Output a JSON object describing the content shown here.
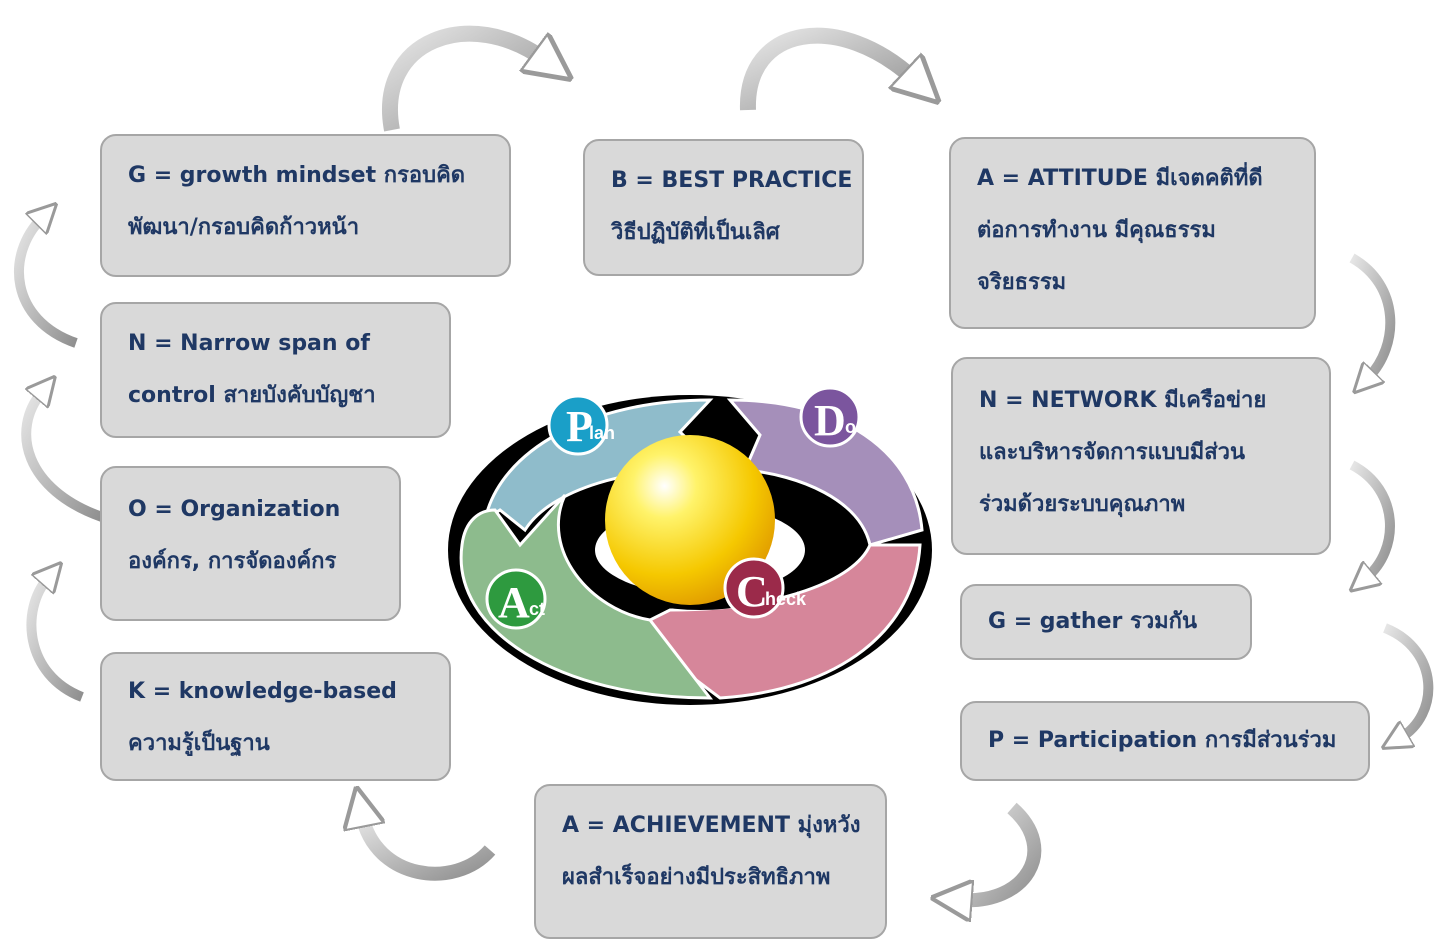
{
  "boxes": {
    "g_growth": {
      "line1": "G =  growth mindset กรอบคิด",
      "line2": "พัฒนา/กรอบคิดก้าวหน้า"
    },
    "n_narrow": {
      "line1": "N = Narrow span of",
      "line2": "control สายบังคับบัญชา"
    },
    "o_org": {
      "line1": "O =  Organization",
      "line2": "องค์กร, การจัดองค์กร"
    },
    "k_know": {
      "line1": "K = knowledge-based",
      "line2": "ความรู้เป็นฐาน"
    },
    "b_best": {
      "line1": "B = BEST PRACTICE",
      "line2": "วิธีปฏิบัติที่เป็นเลิศ"
    },
    "a_att": {
      "line1": "A = ATTITUDE  มีเจตคติที่ดี",
      "line2": "ต่อการทำงาน มีคุณธรรม",
      "line3": "จริยธรรม"
    },
    "n_net": {
      "line1": "N = NETWORK มีเครือข่าย",
      "line2": "และบริหารจัดการแบบมีส่วน",
      "line3": "ร่วมด้วยระบบคุณภาพ"
    },
    "g_gather": {
      "line1": "G = gather รวมกัน"
    },
    "p_part": {
      "line1": "P = Participation  การมีส่วนร่วม"
    },
    "a_ach": {
      "line1": "A = ACHIEVEMENT มุ่งหวัง",
      "line2": "ผลสำเร็จอย่างมีประสิทธิภาพ"
    }
  },
  "pdca": {
    "plan": {
      "big": "P",
      "small": "lan",
      "color": "#1a9fc8"
    },
    "do": {
      "big": "D",
      "small": "o",
      "color": "#7b559e"
    },
    "check": {
      "big": "C",
      "small": "heck",
      "color": "#9b2a4a"
    },
    "act": {
      "big": "A",
      "small": "ct",
      "color": "#2e9a3f"
    },
    "ring_colors": {
      "plan": "#8fbccb",
      "do": "#a58fba",
      "check": "#d6869a",
      "act": "#8dbb8d"
    }
  },
  "colors": {
    "box_fill": "#d9d9d9",
    "box_border": "#a6a6a6",
    "box_text": "#1f3864",
    "arrow_fill": "#bdbdbd",
    "sphere": "#f5d000"
  }
}
